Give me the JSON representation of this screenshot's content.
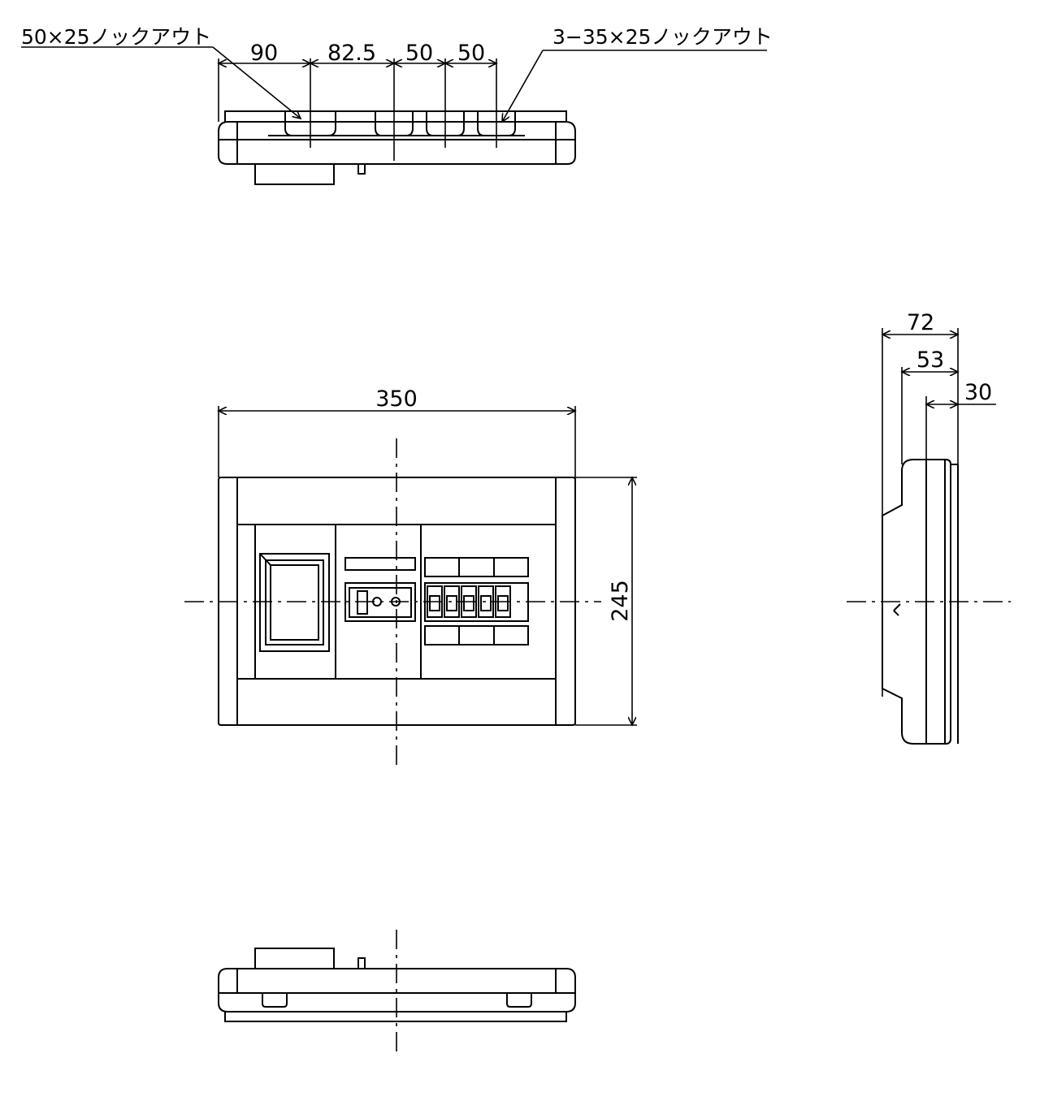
{
  "top_view": {
    "knockout_left_label": "50×25ノックアウト",
    "knockout_right_label": "3−35×25ノックアウト",
    "dims": {
      "d1": "90",
      "d2": "82.5",
      "d3": "50",
      "d4": "50"
    }
  },
  "front_view": {
    "width_dim": "350",
    "height_dim": "245"
  },
  "side_view": {
    "dims": {
      "d1": "72",
      "d2": "53",
      "d3": "30"
    }
  }
}
